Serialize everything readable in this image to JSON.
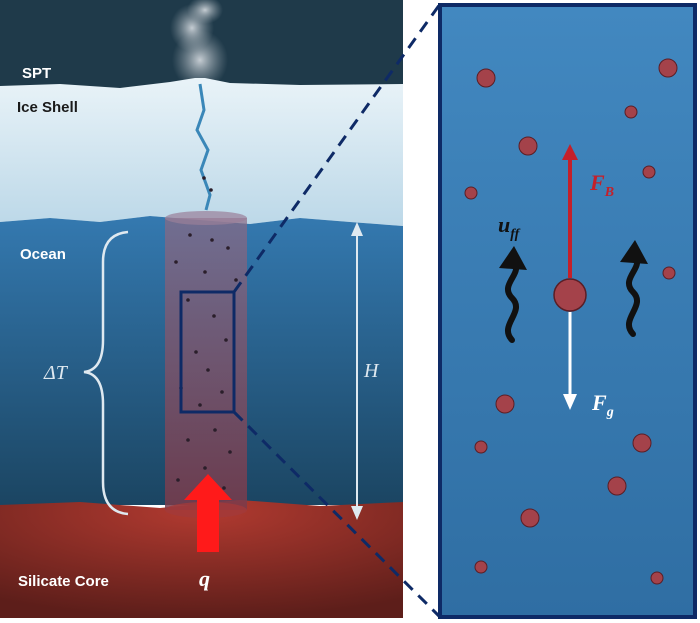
{
  "labels": {
    "spt": "SPT",
    "ice_shell": "Ice Shell",
    "ocean": "Ocean",
    "silicate_core": "Silicate Core",
    "delta_t": "ΔT",
    "height": "H",
    "heat_flux": "q",
    "buoyancy": "F",
    "buoyancy_sub": "B",
    "gravity": "F",
    "gravity_sub": "g",
    "freefall": "u",
    "freefall_sub": "ff"
  },
  "colors": {
    "spt_sky": "#1f3a4a",
    "ice": "#d9eaf3",
    "ocean_top": "#2f72a8",
    "ocean_bottom": "#1c4866",
    "core": "#8a2b25",
    "plume": "#7a4b6a",
    "particle": "#a4424a",
    "inset_bg": "#3a7fb8",
    "frame": "#0e2a66",
    "buoyancy_arrow": "#c4202a",
    "gravity_arrow": "#ffffff",
    "heat_arrow": "#ff1a1a"
  },
  "icons": [
    "steam-plume-icon",
    "wavy-up-arrow-icon",
    "heat-flux-arrow-icon"
  ]
}
